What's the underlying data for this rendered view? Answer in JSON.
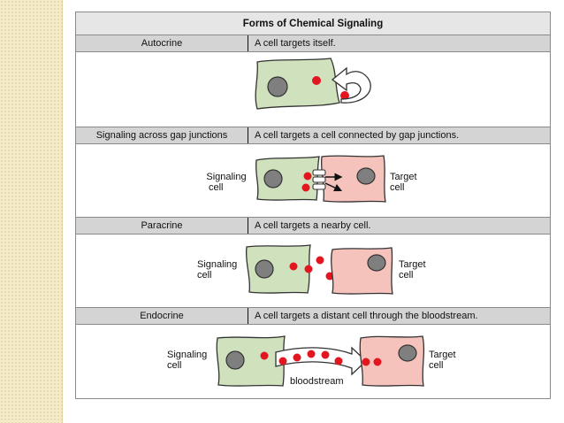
{
  "title": "Forms of Chemical Signaling",
  "sections": [
    {
      "name": "Autocrine",
      "description": "A cell targets itself."
    },
    {
      "name": "Signaling across gap junctions",
      "description": "A cell targets a cell connected by gap junctions."
    },
    {
      "name": "Paracrine",
      "description": "A cell targets a nearby cell."
    },
    {
      "name": "Endocrine",
      "description": "A cell targets a distant cell through the bloodstream."
    }
  ],
  "labels": {
    "signaling_line1": "Signaling",
    "signaling_line2": "cell",
    "target_line1": "Target",
    "target_line2": "cell",
    "bloodstream": "bloodstream"
  },
  "colors": {
    "signaling_cell": "#cfe1bd",
    "target_cell": "#f6c3bc",
    "nucleus": "#7f7f7f",
    "molecule": "#e2161f",
    "header_band": "#d4d4d4"
  }
}
